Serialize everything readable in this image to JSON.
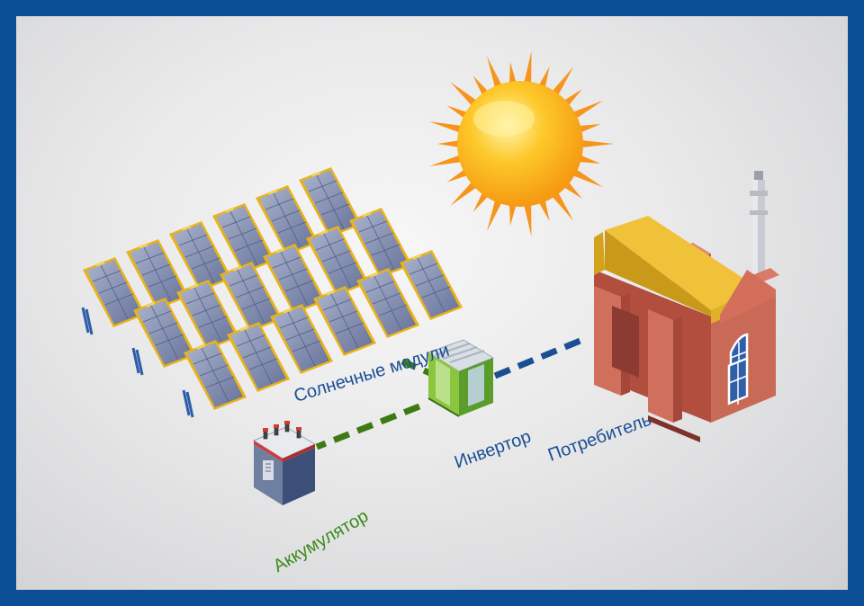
{
  "labels": {
    "solar_modules": "Солнечные модули",
    "inverter": "Инвертор",
    "consumer": "Потребитель",
    "battery": "Аккумулятор"
  },
  "colors": {
    "frame": "#0b4f96",
    "label_blue": "#1b4f94",
    "label_green": "#3d8a1c",
    "link_blue": "#1b4f94",
    "link_green": "#3d7a14",
    "panel_frame": "#e9b318",
    "panel_cell": "#7a86a8",
    "sun_core": "#fdb913",
    "sun_ray": "#f7941d",
    "brick": "#c55a4a",
    "roof": "#e8b52a"
  },
  "icons": [
    "sun-icon",
    "solar-panel-icon",
    "inverter-icon",
    "battery-icon",
    "factory-icon"
  ]
}
